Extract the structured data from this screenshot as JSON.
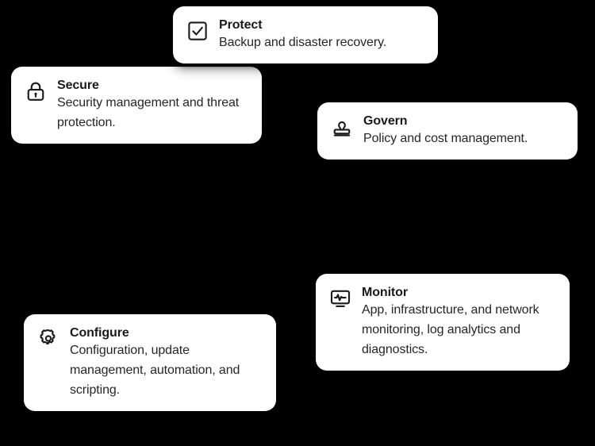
{
  "background_color": "#000000",
  "card_color": "#ffffff",
  "text_color": "#1a1a1a",
  "cards": [
    {
      "id": "protect",
      "icon": "checkbox-check-icon",
      "title": "Protect",
      "description": "Backup and disaster recovery."
    },
    {
      "id": "secure",
      "icon": "lock-icon",
      "title": "Secure",
      "description": "Security management and threat protection."
    },
    {
      "id": "govern",
      "icon": "stamp-icon",
      "title": "Govern",
      "description": "Policy and cost management."
    },
    {
      "id": "monitor",
      "icon": "monitor-pulse-icon",
      "title": "Monitor",
      "description": "App, infrastructure, and network monitoring, log analytics and diagnostics."
    },
    {
      "id": "configure",
      "icon": "gear-icon",
      "title": "Configure",
      "description": "Configuration, update management, automation, and scripting."
    }
  ]
}
